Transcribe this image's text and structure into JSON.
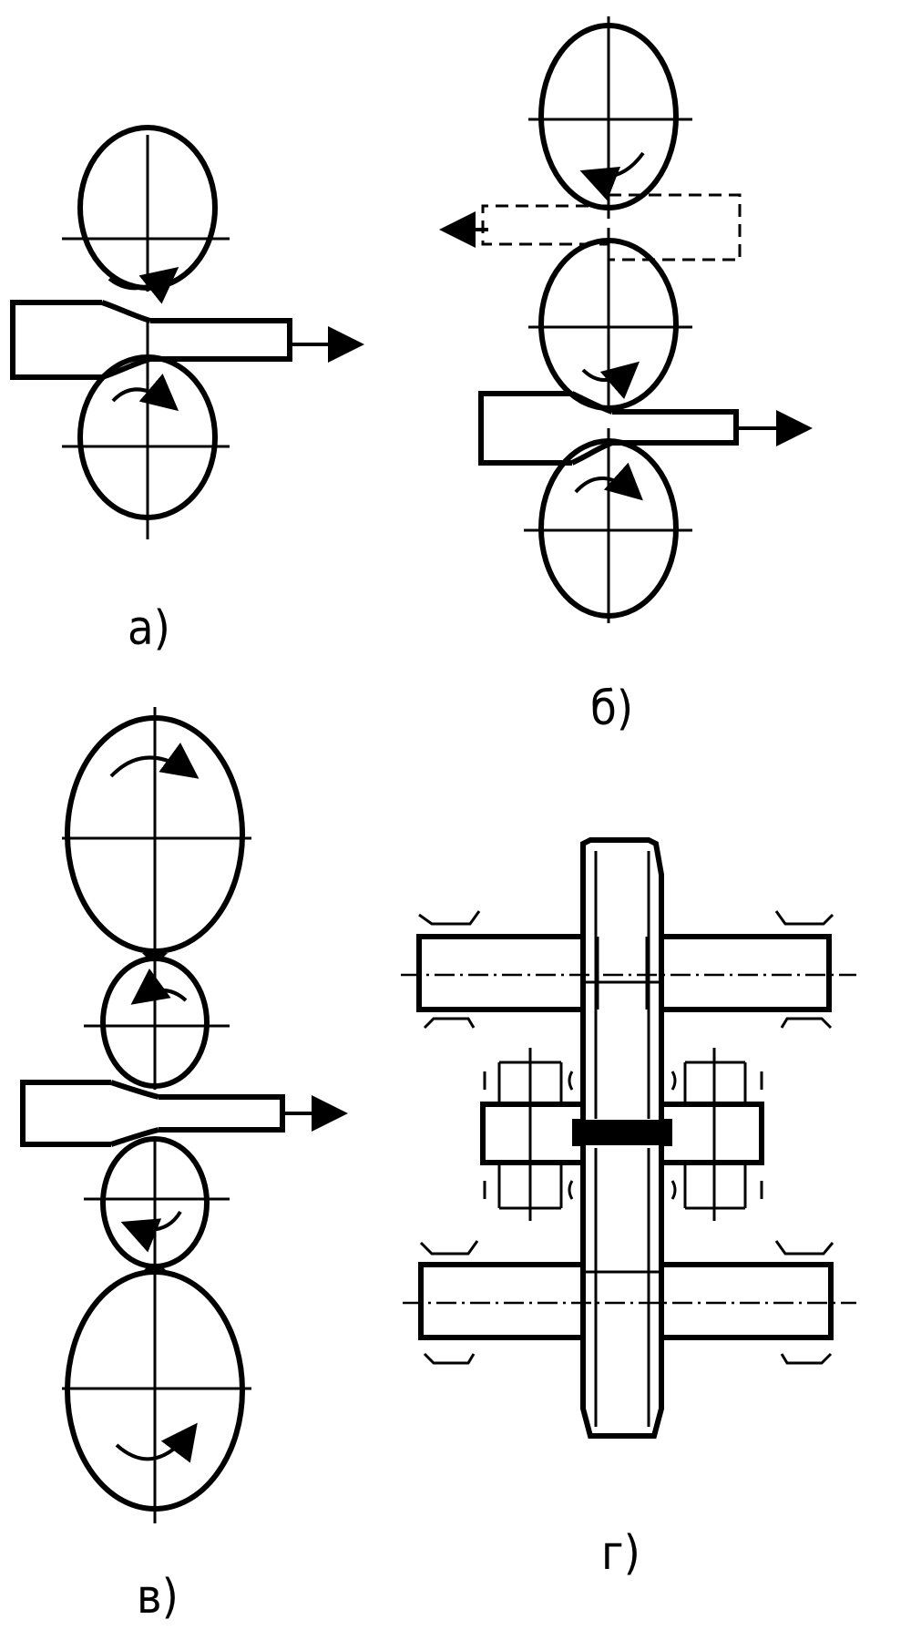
{
  "figure": {
    "labels": {
      "a": "а)",
      "b": "б)",
      "v": "в)",
      "g": "г)"
    }
  }
}
